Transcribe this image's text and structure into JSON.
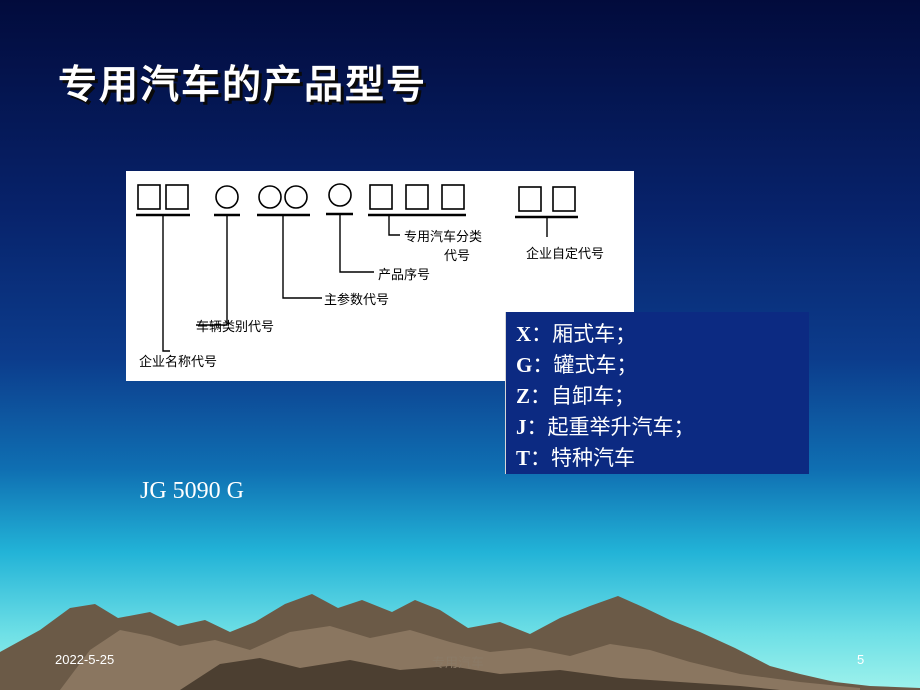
{
  "slide": {
    "title": "专用汽车的产品型号",
    "diagram": {
      "labels": {
        "special_category": "专用汽车分类",
        "special_category_2": "代号",
        "enterprise_custom": "企业自定代号",
        "product_serial": "产品序号",
        "main_param": "主参数代号",
        "vehicle_type": "车辆类别代号",
        "enterprise_name": "企业名称代号"
      }
    },
    "legend": [
      {
        "code": "X",
        "text": "：厢式车；"
      },
      {
        "code": "G",
        "text": "：罐式车；"
      },
      {
        "code": "Z",
        "text": "：自卸车；"
      },
      {
        "code": "J",
        "text": "：起重举升汽车；"
      },
      {
        "code": "T",
        "text": "：特种汽车"
      }
    ],
    "example_model": "JG 5090 G",
    "footer": {
      "date": "2022-5-25",
      "title": "专用汽车",
      "page": "5"
    }
  }
}
